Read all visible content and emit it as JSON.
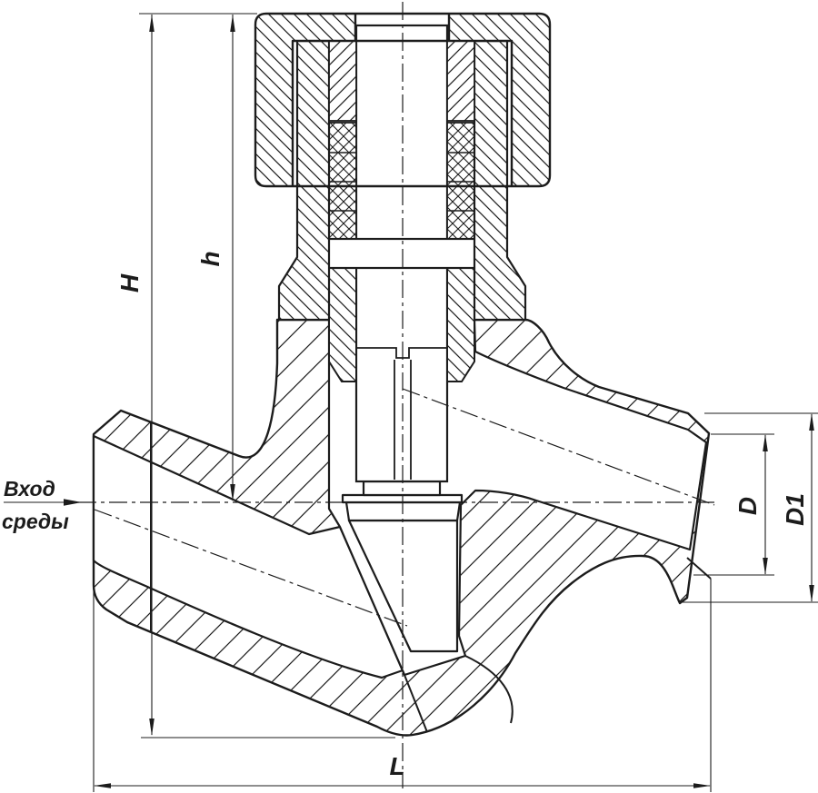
{
  "meta": {
    "type": "technical-drawing",
    "subject": "valve cross-section",
    "background": "#ffffff",
    "line_color": "#1c1c1c"
  },
  "labels": {
    "dim_height_total": "H",
    "dim_height_to_axis": "h",
    "dim_bore": "D",
    "dim_outer_diameter": "D1",
    "dim_length": "L",
    "inlet_caption_line1": "Вход",
    "inlet_caption_line2": "среды"
  }
}
